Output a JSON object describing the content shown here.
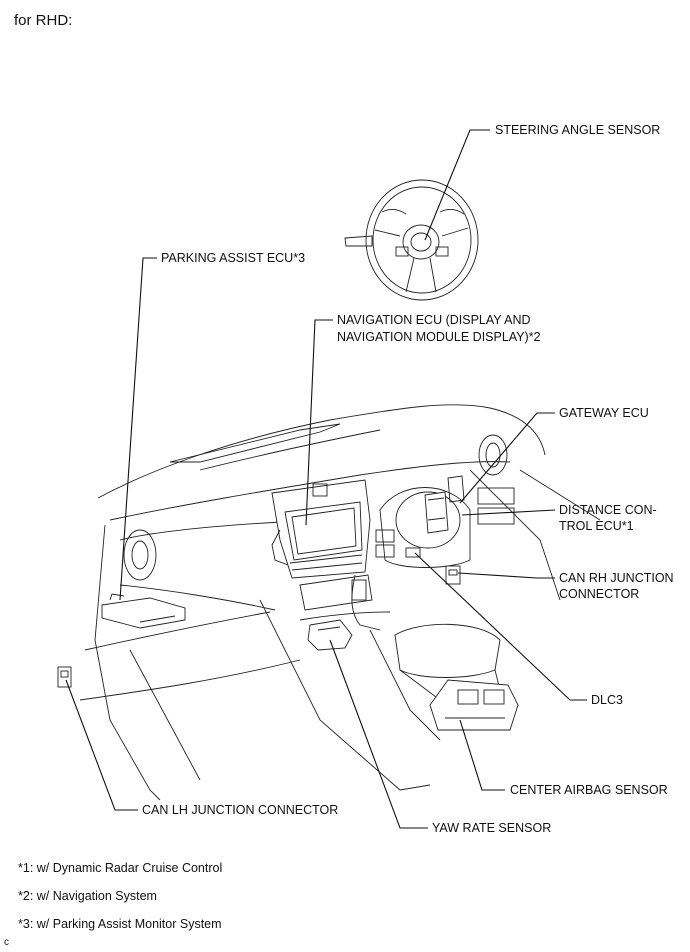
{
  "header": "for RHD:",
  "labels": {
    "steering_angle_sensor": "STEERING ANGLE SENSOR",
    "parking_assist_ecu": "PARKING ASSIST ECU*3",
    "navigation_ecu_line1": "NAVIGATION ECU (DISPLAY AND",
    "navigation_ecu_line2": "NAVIGATION MODULE DISPLAY)*2",
    "gateway_ecu": "GATEWAY ECU",
    "distance_control_line1": "DISTANCE CON-",
    "distance_control_line2": "TROL ECU*1",
    "can_rh_line1": "CAN RH JUNCTION",
    "can_rh_line2": "CONNECTOR",
    "dlc3": "DLC3",
    "center_airbag_sensor": "CENTER AIRBAG SENSOR",
    "can_lh_junction_connector": "CAN LH JUNCTION CONNECTOR",
    "yaw_rate_sensor": "YAW RATE SENSOR"
  },
  "notes": [
    "*1: w/ Dynamic Radar Cruise Control",
    "*2: w/ Navigation System",
    "*3: w/ Parking Assist Monitor System"
  ],
  "corner_mark": "c"
}
